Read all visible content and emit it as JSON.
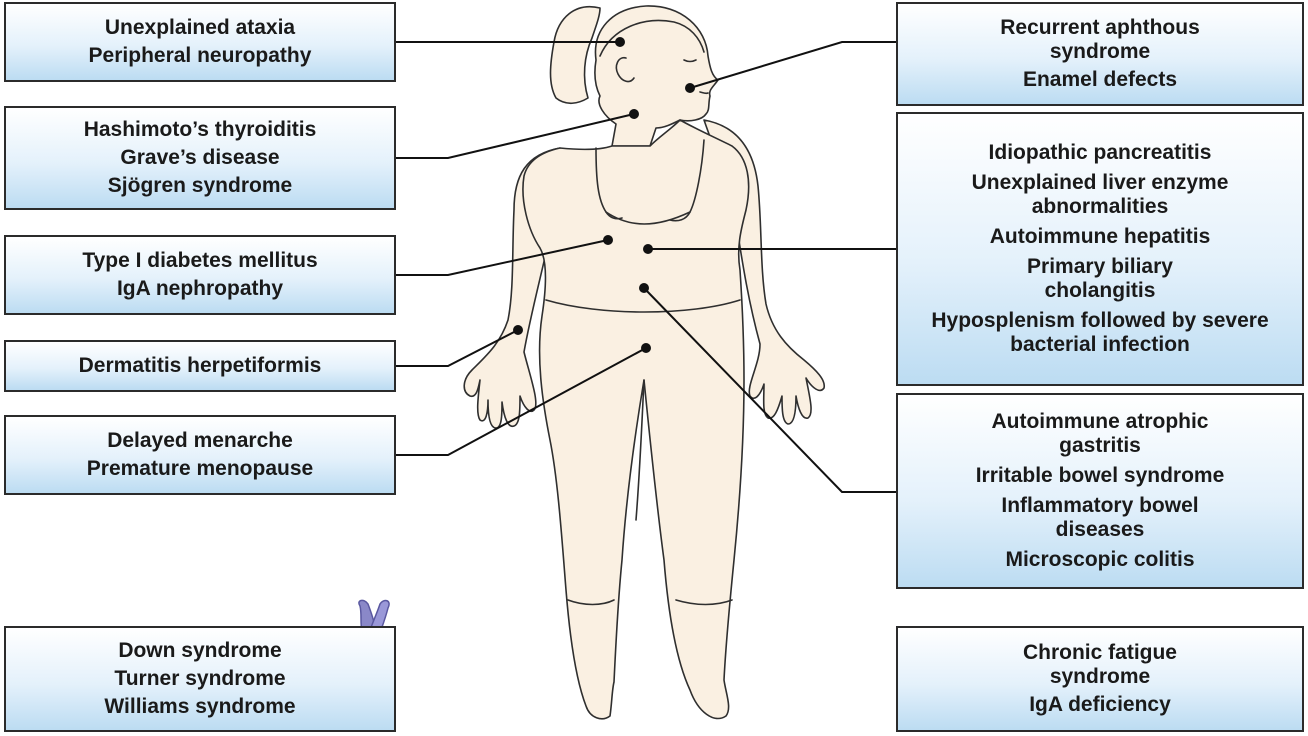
{
  "colors": {
    "skin": "#faf0e2",
    "outline": "#2f2f2f",
    "box_border": "#2b2b2b",
    "box_gradient_bottom": "#bcdcf2",
    "chromosome": "#8a88c8",
    "connector": "#111111"
  },
  "boxes": [
    {
      "id": "neuro",
      "items": [
        "Unexplained ataxia",
        "Peripheral neuropathy"
      ]
    },
    {
      "id": "thyroid",
      "items": [
        "Hashimoto’s thyroiditis",
        "Grave’s disease",
        "Sjögren syndrome"
      ]
    },
    {
      "id": "diabetes",
      "items": [
        "Type I diabetes mellitus",
        "IgA nephropathy"
      ]
    },
    {
      "id": "skin",
      "items": [
        "Dermatitis herpetiformis"
      ]
    },
    {
      "id": "reproductive",
      "items": [
        "Delayed menarche",
        "Premature menopause"
      ]
    },
    {
      "id": "genetic",
      "items": [
        "Down syndrome",
        "Turner syndrome",
        "Williams syndrome"
      ]
    },
    {
      "id": "oral",
      "items": [
        "Recurrent aphthous syndrome",
        "Enamel defects"
      ]
    },
    {
      "id": "liver",
      "items": [
        "Idiopathic pancreatitis",
        "Unexplained liver enzyme abnormalities",
        "Autoimmune hepatitis",
        "Primary biliary cholangitis",
        "Hyposplenism followed by severe bacterial infection"
      ]
    },
    {
      "id": "gi",
      "items": [
        "Autoimmune atrophic gastritis",
        "Irritable bowel syndrome",
        "Inflammatory bowel diseases",
        "Microscopic colitis"
      ]
    },
    {
      "id": "other",
      "items": [
        "Chronic fatigue syndrome",
        "IgA deficiency"
      ]
    }
  ],
  "icons": {
    "body": "human-body-icon",
    "chromosome": "chromosome-icon"
  }
}
